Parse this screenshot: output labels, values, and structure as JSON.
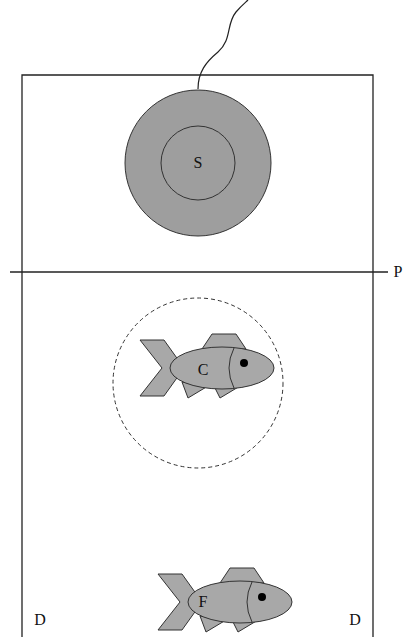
{
  "diagram": {
    "nodes": [
      {
        "text": [
          "S"
        ]
      },
      {
        "text": [
          "C"
        ]
      },
      {
        "text": [
          "F"
        ]
      }
    ],
    "labels": [
      "P",
      "D",
      "D"
    ]
  }
}
